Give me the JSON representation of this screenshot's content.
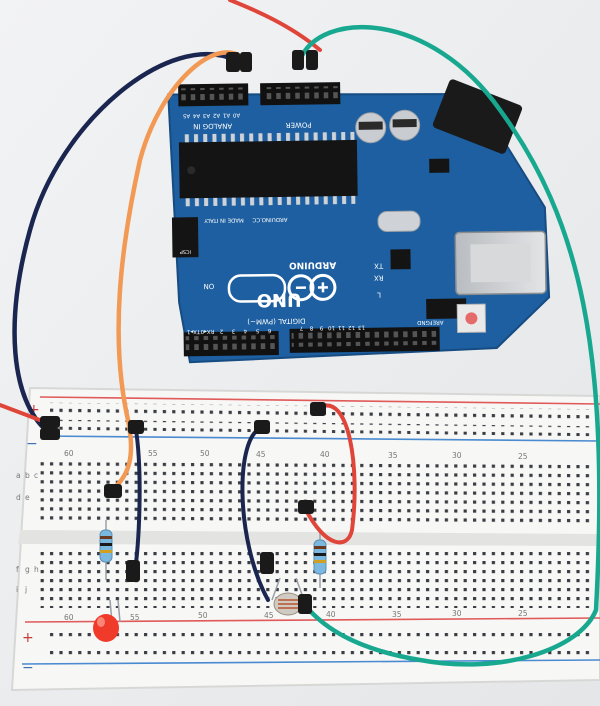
{
  "board": {
    "brand": "ARDUINO",
    "model": "UNO",
    "header_analog": "ANALOG IN",
    "header_power": "POWER",
    "header_digital": "DIGITAL (PWM~)",
    "made_in": "MADE IN ITALY",
    "website": "ARDUINO.CC",
    "label_on": "ON",
    "label_tx": "TX",
    "label_rx": "RX",
    "label_l": "L",
    "label_aref": "AREF",
    "label_gnd": "GND",
    "label_icsp": "ICSP",
    "analog_pins": [
      "A0",
      "A1",
      "A2",
      "A3",
      "A4",
      "A5"
    ],
    "digital_pins": [
      "7",
      "8",
      "9",
      "10",
      "11",
      "12",
      "13"
    ],
    "digital_low_pins": [
      "TX▸1",
      "RX◂0",
      "2",
      "3",
      "4",
      "5",
      "6"
    ]
  },
  "breadboard": {
    "column_numbers": [
      "60",
      "55",
      "50",
      "45",
      "40",
      "35",
      "30",
      "25"
    ],
    "row_letters_top": [
      "a",
      "b",
      "c",
      "d",
      "e"
    ],
    "row_letters_bottom": [
      "f",
      "g",
      "h",
      "i",
      "j"
    ],
    "rail_plus": "+",
    "rail_minus": "−"
  },
  "colors": {
    "board": "#1d5fa0",
    "wire_red": "#e0453a",
    "wire_teal": "#18a890",
    "wire_navy": "#1b2650",
    "wire_orange": "#f29a55",
    "led": "#f03a2a",
    "rail_red": "#e05a5a",
    "rail_blue": "#4a8ad0"
  }
}
